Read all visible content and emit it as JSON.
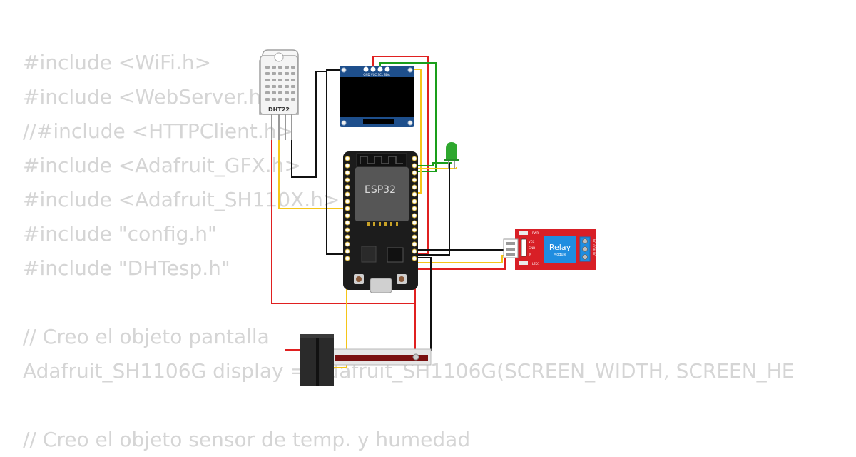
{
  "code_lines": [
    "#include <WiFi.h>",
    "#include <WebServer.h>",
    "//#include <HTTPClient.h>",
    "#include <Adafruit_GFX.h>",
    "#include <Adafruit_SH110X.h>",
    "#include \"config.h\"",
    "#include \"DHTesp.h\"",
    "",
    "// Creo el objeto pantalla",
    "Adafruit_SH1106G display = Adafruit_SH1106G(SCREEN_WIDTH, SCREEN_HE",
    "",
    "// Creo el objeto sensor de temp. y humedad"
  ],
  "components": {
    "dht22": {
      "label": "DHT22"
    },
    "oled": {
      "pin_labels": "GND VCC SCL SDA"
    },
    "esp32": {
      "label": "ESP32"
    },
    "relay": {
      "title": "Relay",
      "subtitle": "Module",
      "pwr_label": "PWR",
      "led_label": "LED1",
      "pin_vcc": "VCC",
      "pin_gnd": "GND",
      "pin_in": "IN",
      "terminal_label": "NO COM NC"
    }
  },
  "colors": {
    "wire_red": "#e02020",
    "wire_black": "#111111",
    "wire_yellow": "#f5c518",
    "wire_green": "#1a9e1a",
    "board_black": "#1c1c1c",
    "oled_blue": "#1e4f8c",
    "relay_red": "#d81f26",
    "relay_blue": "#1f8de0",
    "led_green": "#2ea82e",
    "code_text": "#d5d5d5"
  }
}
